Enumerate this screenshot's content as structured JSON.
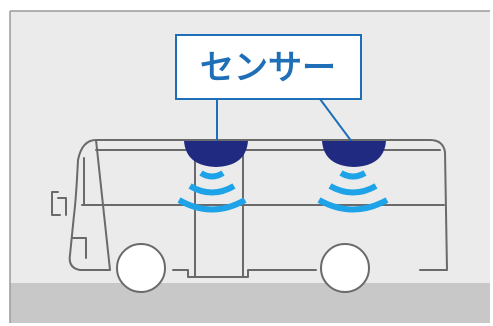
{
  "label": {
    "text": "センサー"
  },
  "colors": {
    "background": "#ebebeb",
    "ground": "#c8c8c8",
    "frame_border": "#9a9a9a",
    "sensor": "#1f2a80",
    "wave": "#1ea3e8",
    "bus_outline": "#6a6a6a",
    "label_text": "#1e6fb8",
    "label_border": "#1e6fb8"
  },
  "icons": [
    "sensor-dome",
    "signal-wave"
  ]
}
